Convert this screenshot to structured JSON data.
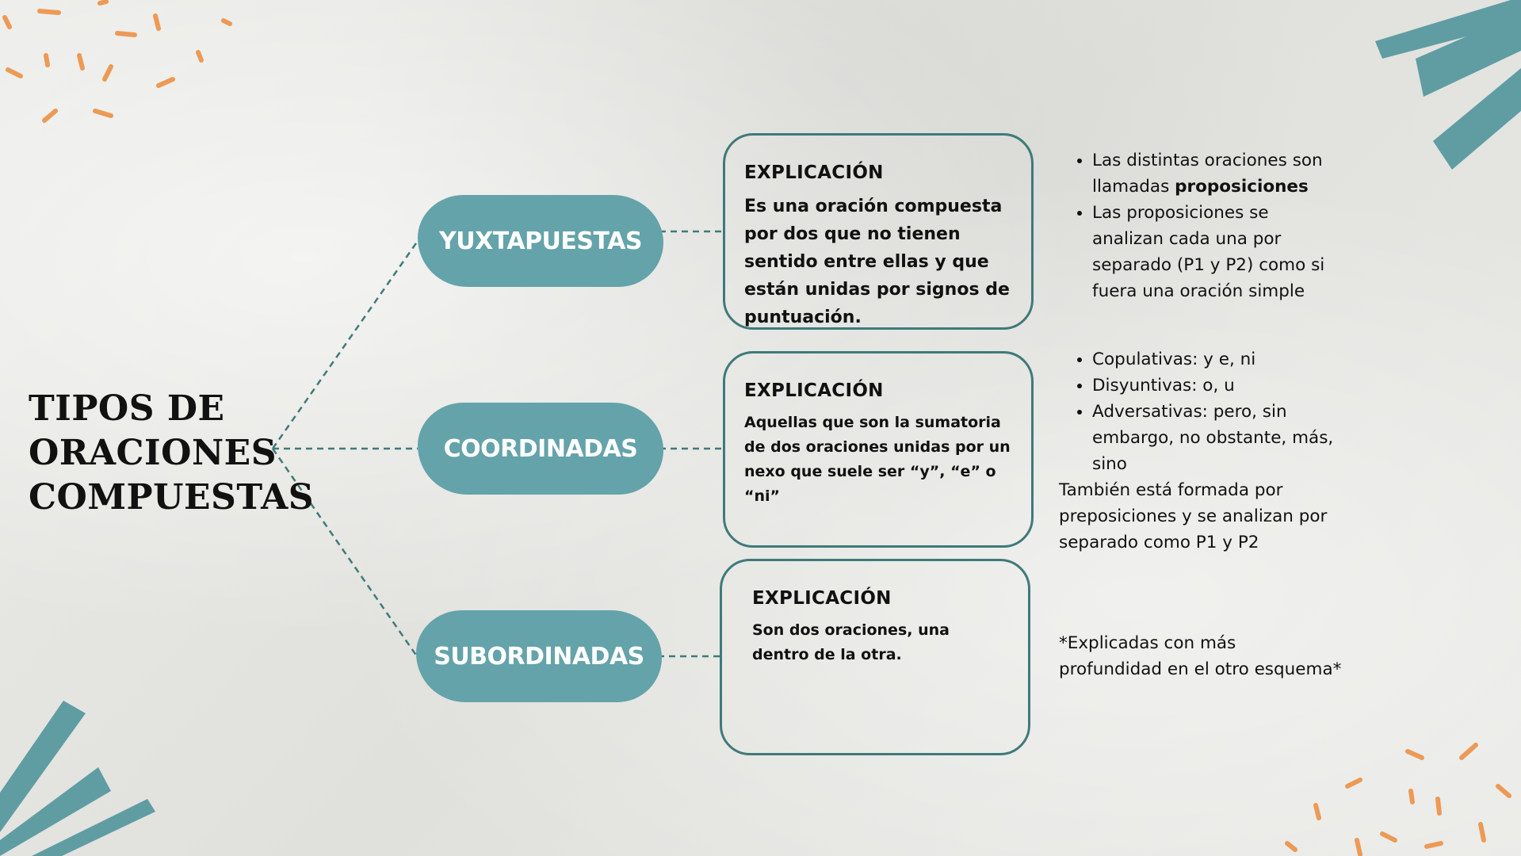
{
  "title": [
    "TIPOS DE",
    "ORACIONES",
    "COMPUESTAS"
  ],
  "types": [
    {
      "label": "YUXTAPUESTAS",
      "heading": "EXPLICACIÓN",
      "explanation": "Es una oración compuesta por dos que no tienen sentido entre ellas y que están unidas por signos de puntuación."
    },
    {
      "label": "COORDINADAS",
      "heading": "EXPLICACIÓN",
      "explanation": "Aquellas que son la sumatoria de dos oraciones unidas por un nexo que suele ser “y”, “e” o “ni”"
    },
    {
      "label": "SUBORDINADAS",
      "heading": "EXPLICACIÓN",
      "explanation": "Son dos oraciones, una dentro de la otra."
    }
  ],
  "notes": {
    "yuxtapuestas": {
      "b1_text": "Las distintas oraciones son llamadas",
      "b1_bold": "proposiciones",
      "b2": "Las proposiciones se analizan cada una por separado (P1 y P2) como si fuera una oración simple"
    },
    "coordinadas": {
      "bullets": [
        "Copulativas: y e, ni",
        "Disyuntivas: o, u",
        "Adversativas: pero, sin embargo, no obstante, más, sino"
      ],
      "after": "También está formada por preposiciones y se analizan por separado como P1 y P2"
    },
    "subordinadas": {
      "text": "*Explicadas con más profundidad en el otro esquema*"
    }
  },
  "colors": {
    "accent_teal": "#64a3aa",
    "dark_teal": "#3f7a7a",
    "orange_confetti": "#ec9a55"
  }
}
